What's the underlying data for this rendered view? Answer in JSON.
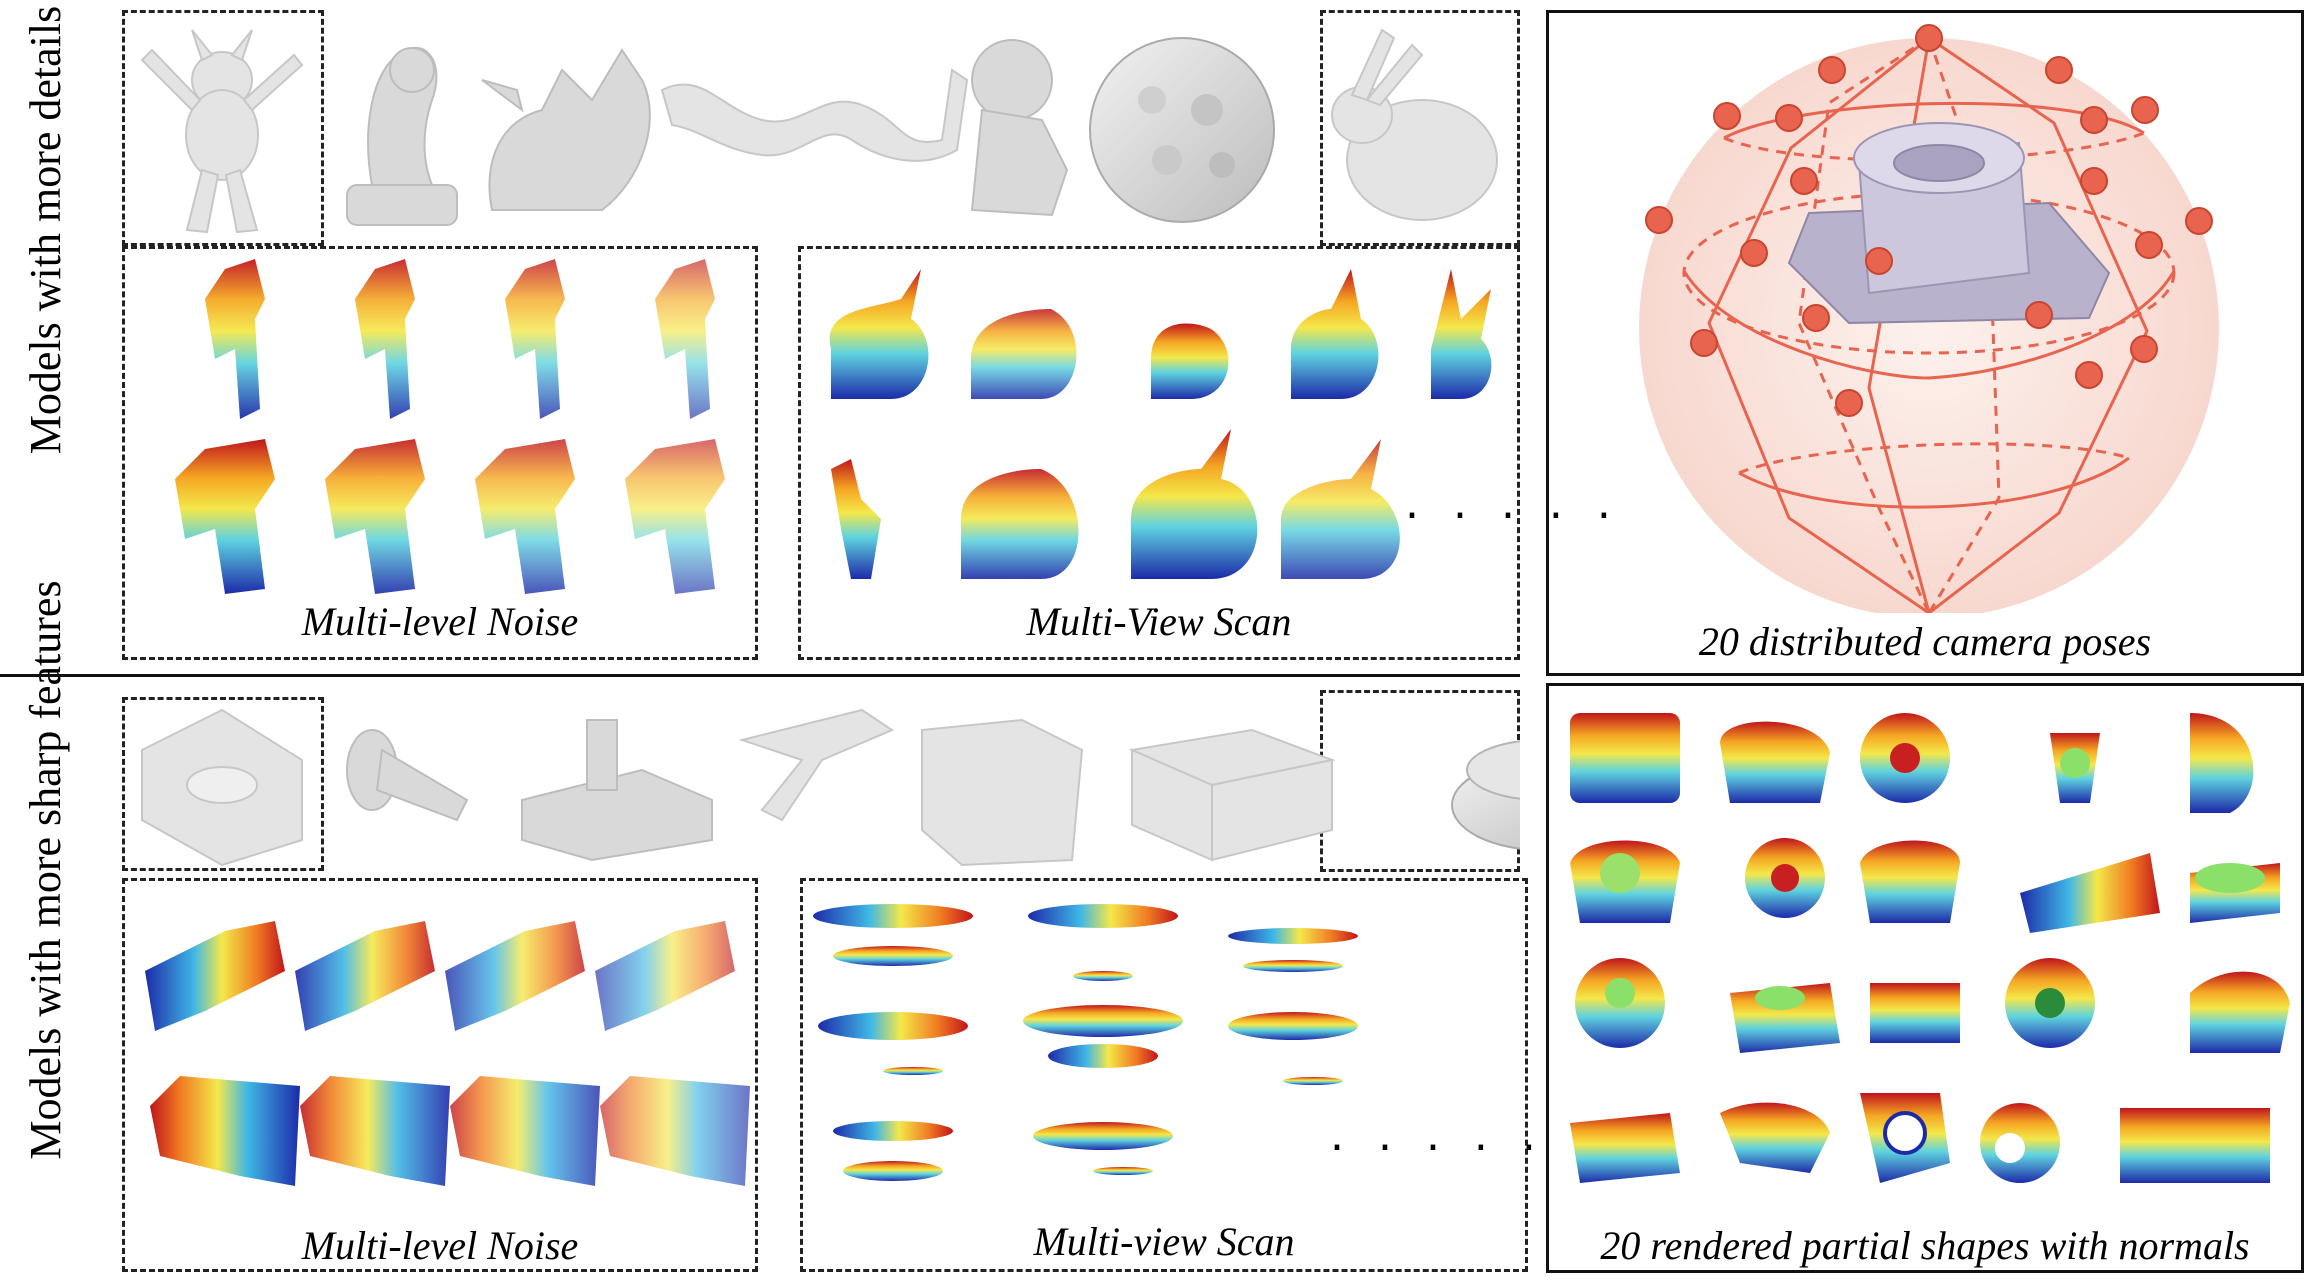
{
  "rows": {
    "top_label": "Models with more details",
    "bottom_label": "Models with more sharp features"
  },
  "captions": {
    "top_noise": "Multi-level Noise",
    "top_scan": "Multi-View Scan",
    "bottom_noise": "Multi-level Noise",
    "bottom_scan": "Multi-view Scan",
    "camera": "20 distributed camera poses",
    "partial": "20 rendered partial shapes with normals"
  },
  "ellipsis": ". . . . .",
  "colors": {
    "camera_dot": "#e8644e",
    "sphere": "#fbe3dc",
    "model": "#c9c4d9"
  },
  "shapes_top": [
    "armadillo",
    "merlion",
    "dragon-statue",
    "chinese-dragon",
    "lion-statue",
    "bumpy-sphere",
    "bunny"
  ],
  "shapes_bottom": [
    "bracket",
    "screw",
    "mount",
    "link-arm",
    "frame-part",
    "lego-brick",
    "disc-bearing"
  ]
}
